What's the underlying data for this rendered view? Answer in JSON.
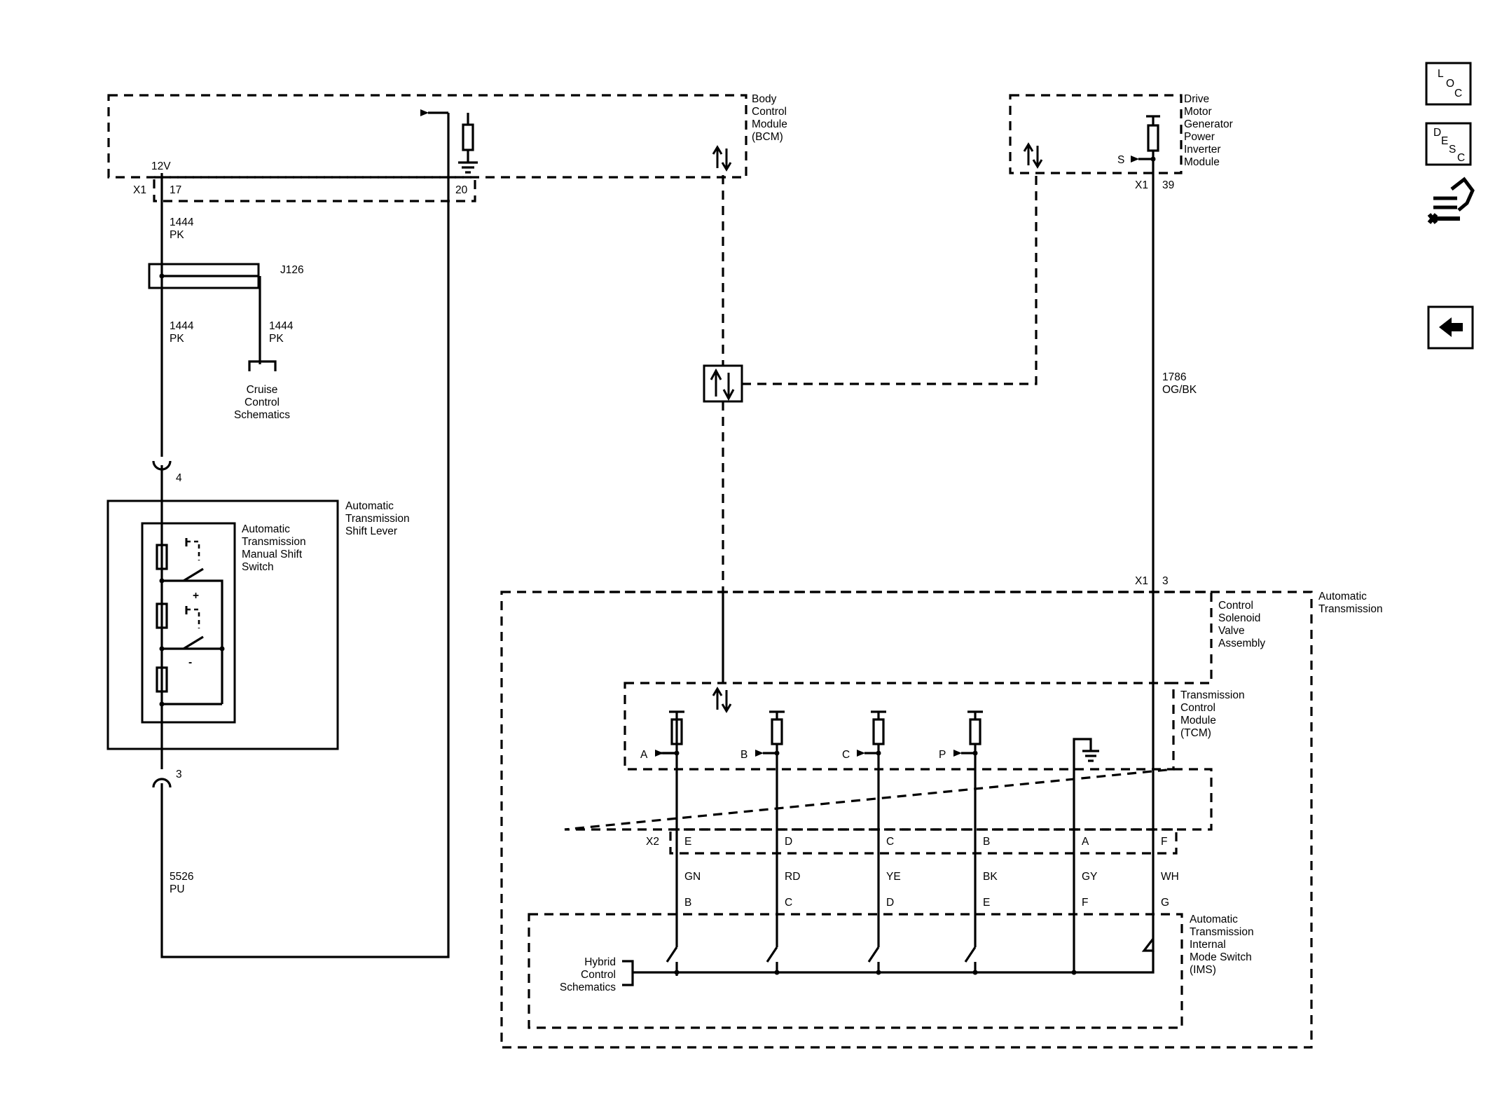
{
  "modules": {
    "bcm": [
      "Body",
      "Control",
      "Module",
      "(BCM)"
    ],
    "dmgpim": [
      "Drive",
      "Motor",
      "Generator",
      "Power",
      "Inverter",
      "Module"
    ],
    "atsl": [
      "Automatic",
      "Transmission",
      "Shift Lever"
    ],
    "atmss": [
      "Automatic",
      "Transmission",
      "Manual Shift",
      "Switch"
    ],
    "csva": [
      "Control",
      "Solenoid",
      "Valve",
      "Assembly"
    ],
    "at": [
      "Automatic",
      "Transmission"
    ],
    "tcm": [
      "Transmission",
      "Control",
      "Module",
      "(TCM)"
    ],
    "ims": [
      "Automatic",
      "Transmission",
      "Internal",
      "Mode Switch",
      "(IMS)"
    ]
  },
  "refs": {
    "cruise": [
      "Cruise",
      "Control",
      "Schematics"
    ],
    "hybrid": [
      "Hybrid",
      "Control",
      "Schematics"
    ]
  },
  "pins": {
    "v12": "12V",
    "x1_bcm": "X1",
    "p17": "17",
    "p20": "20",
    "s": "S",
    "x1_dm": "X1",
    "p39": "39",
    "j126": "J126",
    "c4": "4",
    "c3": "3",
    "x1_tr": "X1",
    "p3": "3",
    "x2": "X2",
    "tcm_out": [
      "A",
      "B",
      "C",
      "P"
    ],
    "x2_pins": [
      "E",
      "D",
      "C",
      "B",
      "A",
      "F"
    ],
    "ims_pins": [
      "B",
      "C",
      "D",
      "E",
      "F",
      "G"
    ],
    "plus": "+",
    "minus": "-"
  },
  "wires": {
    "w1444a": [
      "1444",
      "PK"
    ],
    "w1444b": [
      "1444",
      "PK"
    ],
    "w1444c": [
      "1444",
      "PK"
    ],
    "w5526": [
      "5526",
      "PU"
    ],
    "w1786": [
      "1786",
      "OG/BK"
    ],
    "colors": [
      "GN",
      "RD",
      "YE",
      "BK",
      "GY",
      "WH"
    ]
  },
  "sidebar": {
    "loc": [
      "L",
      "O",
      "C"
    ],
    "desc": [
      "D",
      "E",
      "S",
      "C"
    ]
  }
}
